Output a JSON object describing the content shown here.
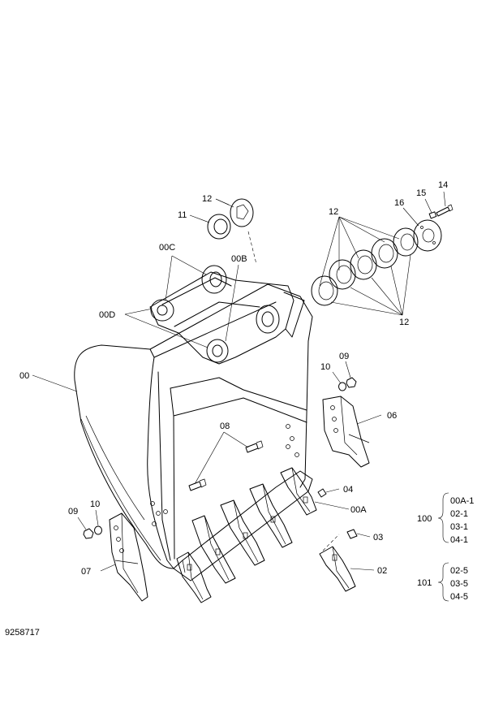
{
  "drawing_number": "9258717",
  "callouts": {
    "c00": "00",
    "c00A": "00A",
    "c00B": "00B",
    "c00C": "00C",
    "c00D": "00D",
    "c02": "02",
    "c03": "03",
    "c04": "04",
    "c06": "06",
    "c07": "07",
    "c08": "08",
    "c09a": "09",
    "c09b": "09",
    "c10a": "10",
    "c10b": "10",
    "c11": "11",
    "c12a": "12",
    "c12b": "12",
    "c12c": "12",
    "c14": "14",
    "c15": "15",
    "c16": "16"
  },
  "kits": [
    {
      "id": "100",
      "items": [
        "00A-1",
        "02-1",
        "03-1",
        "04-1"
      ]
    },
    {
      "id": "101",
      "items": [
        "02-5",
        "03-5",
        "04-5"
      ]
    }
  ]
}
